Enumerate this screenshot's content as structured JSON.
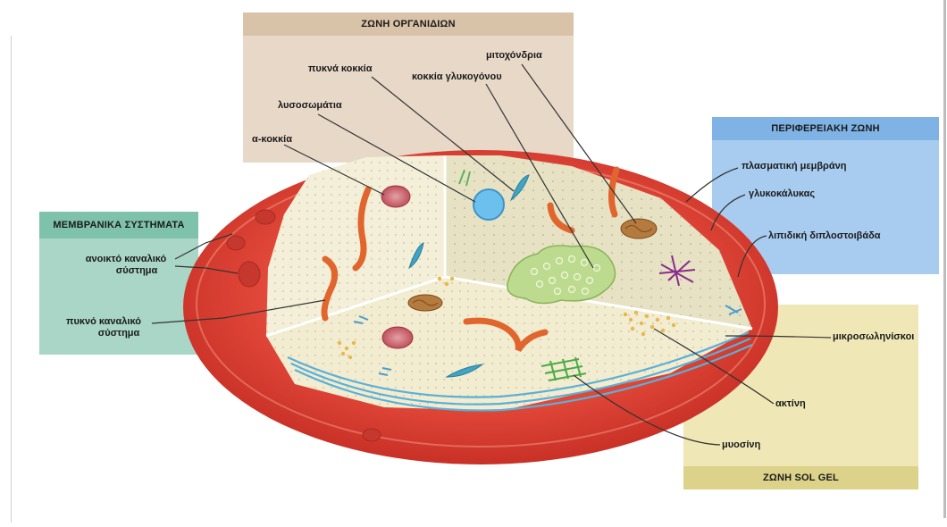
{
  "zones": {
    "organelles": {
      "title": "ΖΩΝΗ ΟΡΓΑΝΙΔΙΩΝ",
      "color": "#e8d8c8",
      "header_color": "#d9c3a8"
    },
    "peripheral": {
      "title": "ΠΕΡΙΦΕΡΕΙΑΚΗ ΖΩΝΗ",
      "color": "#a8ccf0",
      "header_color": "#7fb3e6"
    },
    "membrane": {
      "title": "ΜΕΜΒΡΑΝΙΚΑ ΣΥΣΤΗΜΑΤΑ",
      "color": "#a9d6c6",
      "header_color": "#7fc2ab"
    },
    "solgel": {
      "title": "ΖΩΝΗ SOL GEL",
      "color": "#efe8b6",
      "header_color": "#ddd28a"
    }
  },
  "labels": {
    "mitochondria": "μιτοχόνδρια",
    "dense_granules": "πυκνά κοκκία",
    "glycogen_granules": "κοκκία γλυκογόνου",
    "lysosomes": "λυσοσωμάτια",
    "alpha_granules": "α-κοκκία",
    "plasma_membrane": "πλασματική μεμβράνη",
    "glycocalyx": "γλυκοκάλυκας",
    "lipid_bilayer": "λιπιδική διπλοστοιβάδα",
    "open_canalicular_1": "ανοικτό καναλικό",
    "open_canalicular_2": "σύστημα",
    "dense_tubular_1": "πυκνό καναλικό",
    "dense_tubular_2": "σύστημα",
    "microtubules": "μικροσωληνίσκοι",
    "actin": "ακτίνη",
    "myosin": "μυοσίνη"
  },
  "colors": {
    "outer_red": "#d9342b",
    "inner_cream": "#f4efd8",
    "wall_shade": "#e6e0c0",
    "organelle_orange": "#e0662e",
    "lysosome_blue": "#5ab2e6",
    "glycogen_green": "#b9d98c",
    "alpha_red": "#c94b56"
  }
}
